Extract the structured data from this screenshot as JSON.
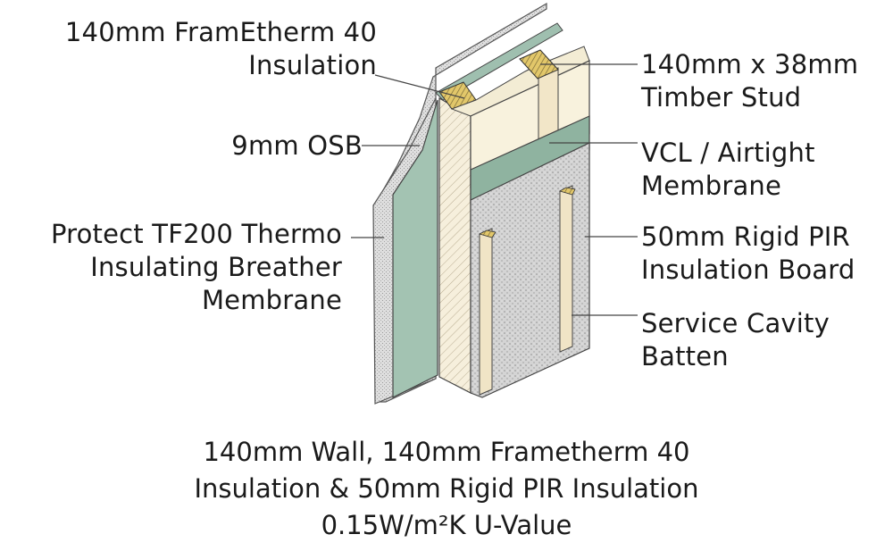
{
  "labels": {
    "frametherm": [
      "140mm FramEtherm 40",
      "Insulation"
    ],
    "osb": [
      "9mm OSB"
    ],
    "breather": [
      "Protect TF200 Thermo",
      "Insulating  Breather",
      "Membrane"
    ],
    "stud": [
      "140mm x 38mm",
      "Timber Stud"
    ],
    "vcl": [
      "VCL / Airtight",
      "Membrane"
    ],
    "pir": [
      "50mm Rigid PIR",
      "Insulation Board"
    ],
    "batten": [
      "Service  Cavity",
      "Batten"
    ]
  },
  "caption": [
    "140mm Wall, 140mm Frametherm 40",
    "Insulation & 50mm Rigid PIR Insulation",
    "0.15W/m²K U-Value"
  ],
  "colors": {
    "breather": "#d9d9d9",
    "osb": "#9fbfaf",
    "insulation": "#f7f0d8",
    "timber": "#f4ead2",
    "vcl": "#8fb3a0",
    "pir": "#d6d6d6",
    "batten": "#efe3c4"
  }
}
